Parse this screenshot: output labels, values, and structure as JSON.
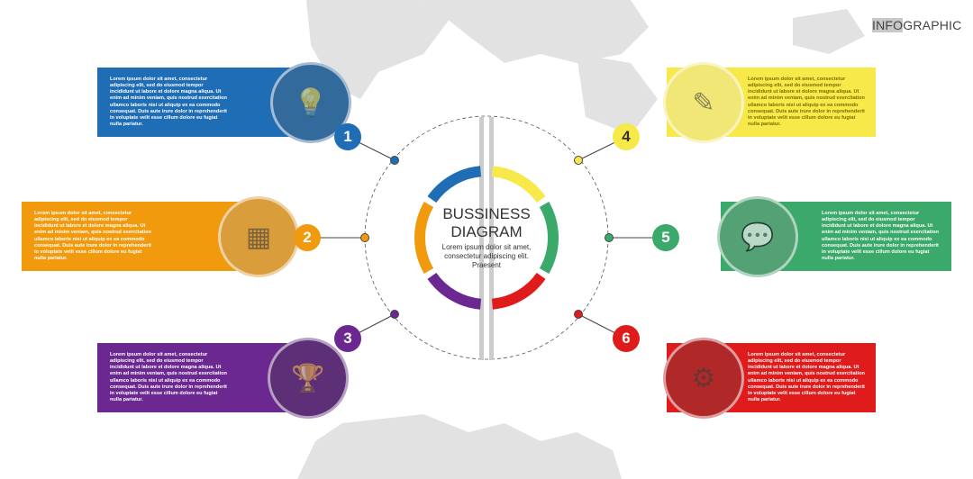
{
  "logo": {
    "highlight": "INFO",
    "rest": "GRAPHIC"
  },
  "center": {
    "title_line1": "BUSSINESS",
    "title_line2": "DIAGRAM",
    "subtitle": "Lorem ipsum dolor sit amet, consectetur adipiscing elit. Praesent"
  },
  "steps": [
    {
      "number": "1",
      "color": "#1f6db5",
      "icon": "lightbulb-icon",
      "text": "Lorem ipsum dolor sit amet, consectetur adipiscing elit, sed do eiusmod tempor incididunt ut labore et dolore magna aliqua. Ut enim ad minim veniam, quis nostrud exercitation ullamco laboris nisi ut aliquip ex ea commodo consequat. Duis aute irure dolor in reprehenderit in voluptate velit esse cillum dolore eu fugiat nulla pariatur."
    },
    {
      "number": "2",
      "color": "#f29a0e",
      "icon": "calculator-icon",
      "text": "Lorem ipsum dolor sit amet, consectetur adipiscing elit, sed do eiusmod tempor incididunt ut labore et dolore magna aliqua. Ut enim ad minim veniam, quis nostrud exercitation ullamco laboris nisi ut aliquip ex ea commodo consequat. Duis aute irure dolor in reprehenderit in voluptate velit esse cillum dolore eu fugiat nulla pariatur."
    },
    {
      "number": "3",
      "color": "#6b2890",
      "icon": "trophy-icon",
      "text": "Lorem ipsum dolor sit amet, consectetur adipiscing elit, sed do eiusmod tempor incididunt ut labore et dolore magna aliqua. Ut enim ad minim veniam, quis nostrud exercitation ullamco laboris nisi ut aliquip ex ea commodo consequat. Duis aute irure dolor in reprehenderit in voluptate velit esse cillum dolore eu fugiat nulla pariatur."
    },
    {
      "number": "4",
      "color": "#f8e94a",
      "icon": "pen-icon",
      "text": "Lorem ipsum dolor sit amet, consectetur adipiscing elit, sed do eiusmod tempor incididunt ut labore et dolore magna aliqua. Ut enim ad minim veniam, quis nostrud exercitation ullamco laboris nisi ut aliquip ex ea commodo consequat. Duis aute irure dolor in reprehenderit in voluptate velit esse cillum dolore eu fugiat nulla pariatur."
    },
    {
      "number": "5",
      "color": "#3aa96a",
      "icon": "chat-icon",
      "text": "Lorem ipsum dolor sit amet, consectetur adipiscing elit, sed do eiusmod tempor incididunt ut labore et dolore magna aliqua. Ut enim ad minim veniam, quis nostrud exercitation ullamco laboris nisi ut aliquip ex ea commodo consequat. Duis aute irure dolor in reprehenderit in voluptate velit esse cillum dolore eu fugiat nulla pariatur."
    },
    {
      "number": "6",
      "color": "#e01b1b",
      "icon": "gear-icon",
      "text": "Lorem ipsum dolor sit amet, consectetur adipiscing elit, sed do eiusmod tempor incididunt ut labore et dolore magna aliqua. Ut enim ad minim veniam, quis nostrud exercitation ullamco laboris nisi ut aliquip ex ea commodo consequat. Duis aute irure dolor in reprehenderit in voluptate velit esse cillum dolore eu fugiat nulla pariatur."
    }
  ]
}
